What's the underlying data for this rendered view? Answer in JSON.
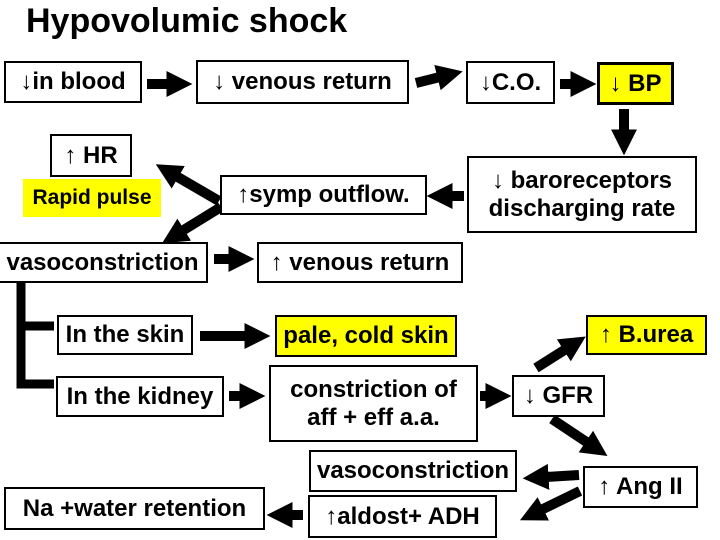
{
  "title": "Hypovolumic shock",
  "colors": {
    "highlight_yellow": "#ffff00",
    "box_background": "#ffffff",
    "line_black": "#000000"
  },
  "nodes": {
    "in_blood": "↓in blood",
    "venous_return_down": "↓ venous return",
    "co": "↓C.O.",
    "bp": "↓ BP",
    "hr": "↑ HR",
    "rapid_pulse": "Rapid pulse",
    "symp_outflow": "↑symp outflow.",
    "baroreceptors_line1": "↓ baroreceptors",
    "baroreceptors_line2": "discharging rate",
    "vasoconstriction_1": "vasoconstriction",
    "venous_return_up": "↑ venous return",
    "in_skin": "In the skin",
    "pale_cold_skin": "pale, cold skin",
    "b_urea": "↑ B.urea",
    "in_kidney": "In the kidney",
    "constriction_line1": "constriction of",
    "constriction_line2": "aff + eff a.a.",
    "gfr": "↓ GFR",
    "vasoconstriction_2": "vasoconstriction",
    "aldost_adh": "↑aldost+ ADH",
    "ang_ii": "↑ Ang II",
    "na_water_retention": "Na +water retention"
  }
}
